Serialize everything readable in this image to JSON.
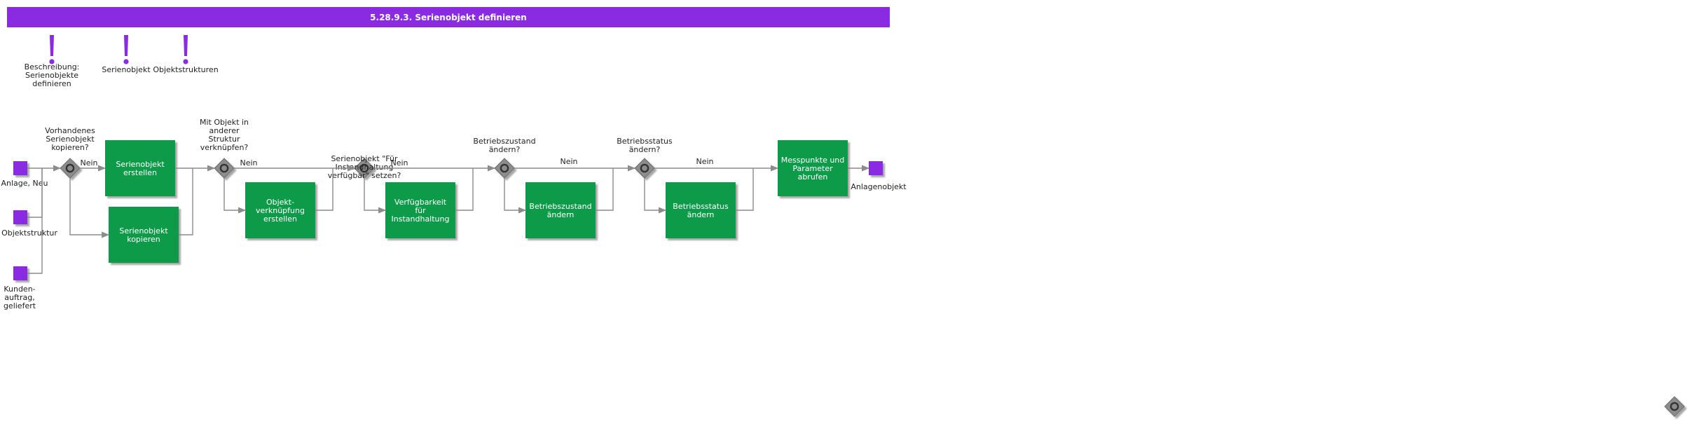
{
  "page": {
    "title": "5.28.9.3. Serienobjekt definieren",
    "colors": {
      "header": "#8a2be2",
      "event": "#8a2be2",
      "task": "#0a9a4a",
      "gateway": "#8c8c8c",
      "connector": "#8c8c8c"
    }
  },
  "info": {
    "items": [
      {
        "icon": "exclamation-icon",
        "label": [
          "Beschreibung:",
          "Serienobjekte",
          "definieren"
        ]
      },
      {
        "icon": "exclamation-icon",
        "label": [
          "Serienobjekt"
        ]
      },
      {
        "icon": "exclamation-icon",
        "label": [
          "Objektstrukturen"
        ]
      }
    ]
  },
  "events": {
    "start1": [
      "Anlage, Neu"
    ],
    "start2": [
      "Objektstruktur"
    ],
    "start3": [
      "Kunden-",
      "auftrag,",
      "geliefert"
    ],
    "end": [
      "Anlagenobjekt"
    ]
  },
  "gateways": {
    "g1": [
      "Vorhandenes",
      "Serienobjekt",
      "kopieren?"
    ],
    "g2": [
      "Mit Objekt in",
      "anderer",
      "Struktur",
      "verknüpfen?"
    ],
    "g3": [
      "Serienobjekt \"Für",
      "Instandhaltung",
      "verfügbar\" setzen?"
    ],
    "g4": [
      "Betriebszustand",
      "ändern?"
    ],
    "g5": [
      "Betriebsstatus",
      "ändern?"
    ]
  },
  "edges": {
    "g1_no": "Nein",
    "g2_no": "Nein",
    "g3_no": "Nein",
    "g4_no": "Nein",
    "g5_no": "Nein"
  },
  "tasks": {
    "t1": [
      "Serienobjekt",
      "erstellen"
    ],
    "t2": [
      "Serienobjekt",
      "kopieren"
    ],
    "t3": [
      "Objekt-",
      "verknüpfung",
      "erstellen"
    ],
    "t4": [
      "Verfügbarkeit",
      "für",
      "Instandhaltung"
    ],
    "t5": [
      "Betriebszustand",
      "ändern"
    ],
    "t6": [
      "Betriebsstatus",
      "ändern"
    ],
    "t7": [
      "Messpunkte und",
      "Parameter",
      "abrufen"
    ]
  }
}
